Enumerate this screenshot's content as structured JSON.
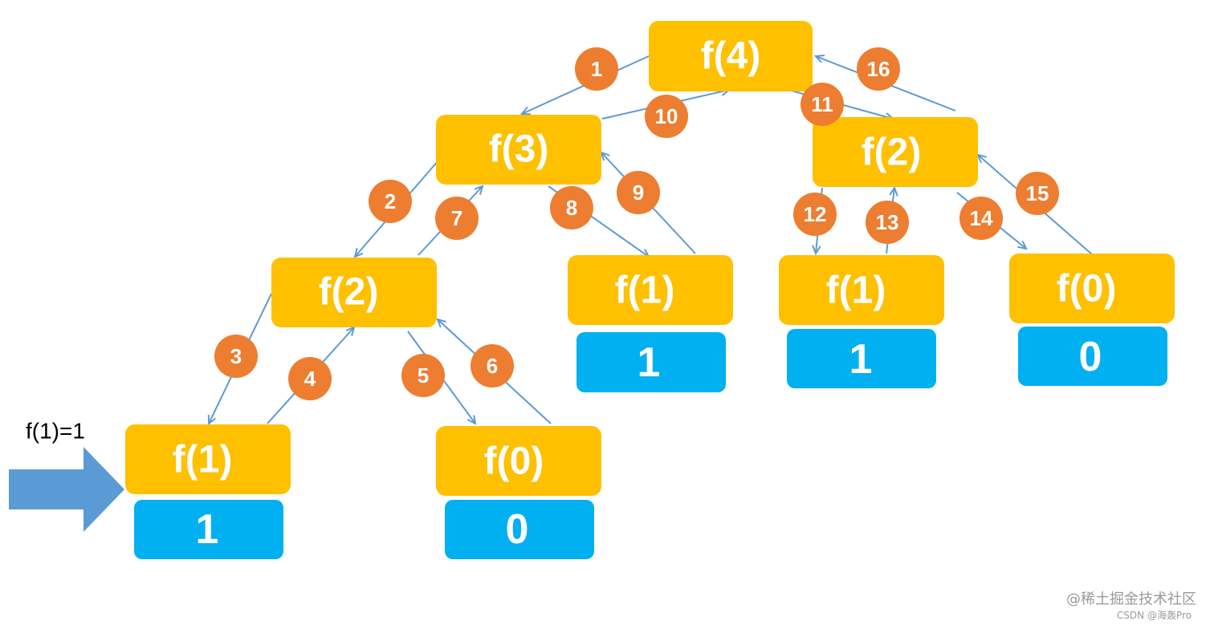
{
  "colors": {
    "node_fill": "#FFC000",
    "value_fill": "#00B0F0",
    "step_fill": "#ED7D31",
    "edge_stroke": "#5B9BD5",
    "pointer_fill": "#5B9BD5"
  },
  "nodes": [
    {
      "id": "f4",
      "label": "f(4)"
    },
    {
      "id": "f3",
      "label": "f(3)"
    },
    {
      "id": "f2a",
      "label": "f(2)"
    },
    {
      "id": "f2b",
      "label": "f(2)"
    },
    {
      "id": "f1a",
      "label": "f(1)",
      "value": "1"
    },
    {
      "id": "f0a",
      "label": "f(0)",
      "value": "0"
    },
    {
      "id": "f1b",
      "label": "f(1)",
      "value": "1"
    },
    {
      "id": "f1c",
      "label": "f(1)",
      "value": "1"
    },
    {
      "id": "f0b",
      "label": "f(0)",
      "value": "0"
    }
  ],
  "steps": [
    "1",
    "2",
    "3",
    "4",
    "5",
    "6",
    "7",
    "8",
    "9",
    "10",
    "11",
    "12",
    "13",
    "14",
    "15",
    "16"
  ],
  "callout": {
    "text": "f(1)=1",
    "icon": "right-arrow-icon"
  },
  "watermark": {
    "line1": "@稀土掘金技术社区",
    "line2": "CSDN @海轰Pro"
  }
}
